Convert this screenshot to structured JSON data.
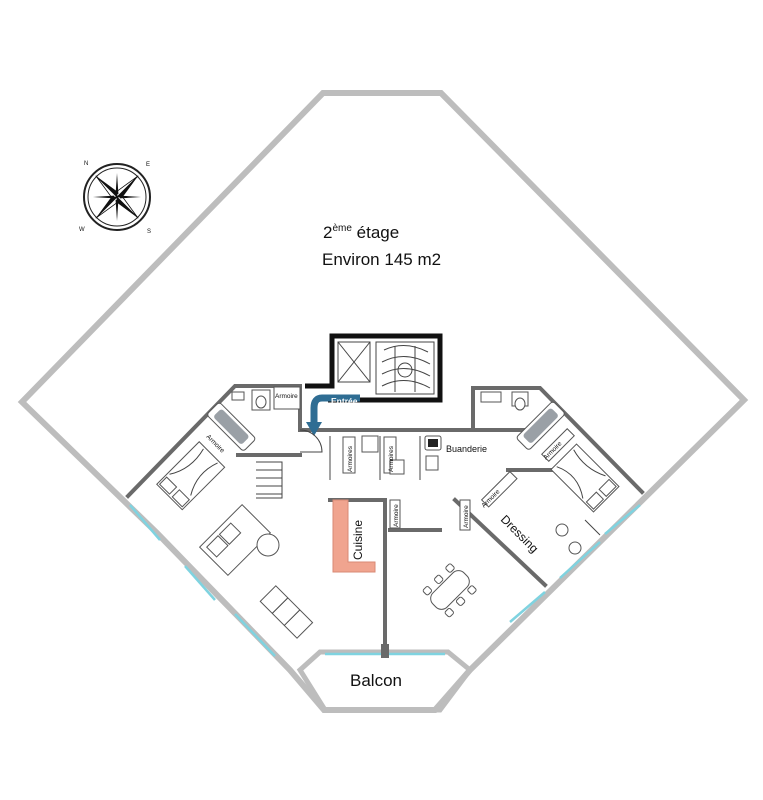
{
  "plan": {
    "floor_prefix": "2",
    "floor_superscript": "ème",
    "floor_suffix": " étage",
    "area": "Environ 145 m2"
  },
  "rooms": {
    "entree": "Entrée",
    "buanderie": "Buanderie",
    "cuisine": "Cuisine",
    "dressing": "Dressing",
    "balcon": "Balcon"
  },
  "storage": {
    "armoire_wc_left": "Armoire",
    "armoire_bath_left": "Armoire",
    "armoires_hall_1": "Armoires",
    "armoires_hall_2": "Armoires",
    "armoire_kitchen": "Armoire",
    "armoire_dressing_1": "Armoire",
    "armoire_dressing_2": "Armoire",
    "armoire_bath_right": "Armoire"
  },
  "compass": {
    "north": "N",
    "east": "E",
    "south": "S",
    "west": "W"
  },
  "colors": {
    "outer_wall": "#bdbdbd",
    "inner_wall": "#6a6a6a",
    "window": "#7fd3e0",
    "kitchen": "#f0a48f",
    "entrance_arrow": "#2f6d93"
  }
}
